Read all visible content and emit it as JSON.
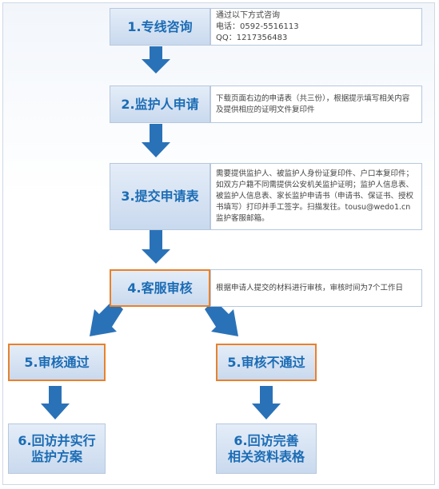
{
  "colors": {
    "arrow": "#2a72b8",
    "step_text": "#1b6cb5",
    "step_border_highlight": "#e8812c"
  },
  "steps": {
    "s1": "1.专线咨询",
    "s2": "2.监护人申请",
    "s3": "3.提交申请表",
    "s4": "4.客服审核",
    "s5_pass": "5.审核通过",
    "s5_fail": "5.审核不通过",
    "s6_pass_l1": "6.回访并实行",
    "s6_pass_l2": "监护方案",
    "s6_fail_l1": "6.回访完善",
    "s6_fail_l2": "相关资料表格"
  },
  "desc1": {
    "line1": "通过以下方式咨询",
    "line2": "电话：0592-5516113",
    "line3": "QQ：1217356483"
  },
  "desc2": {
    "line1": "下载页面右边的申请表（共三份），根据提示填写相关内容",
    "line2": "及提供相应的证明文件复印件"
  },
  "desc3": {
    "line1": "需要提供监护人、被监护人身份证复印件、户口本复印件；",
    "line2": "如双方户籍不同需提供公安机关监护证明；监护人信息表、",
    "line3": "被监护人信息表、家长监护申请书（申请书、保证书、授权",
    "line4": "书填写）打印并手工签字。扫描发往。tousu@wedo1.cn",
    "line5": "监护客服邮箱。"
  },
  "desc4": {
    "line1": "根据申请人提交的材料进行审核，审核时间为7个工作日"
  }
}
